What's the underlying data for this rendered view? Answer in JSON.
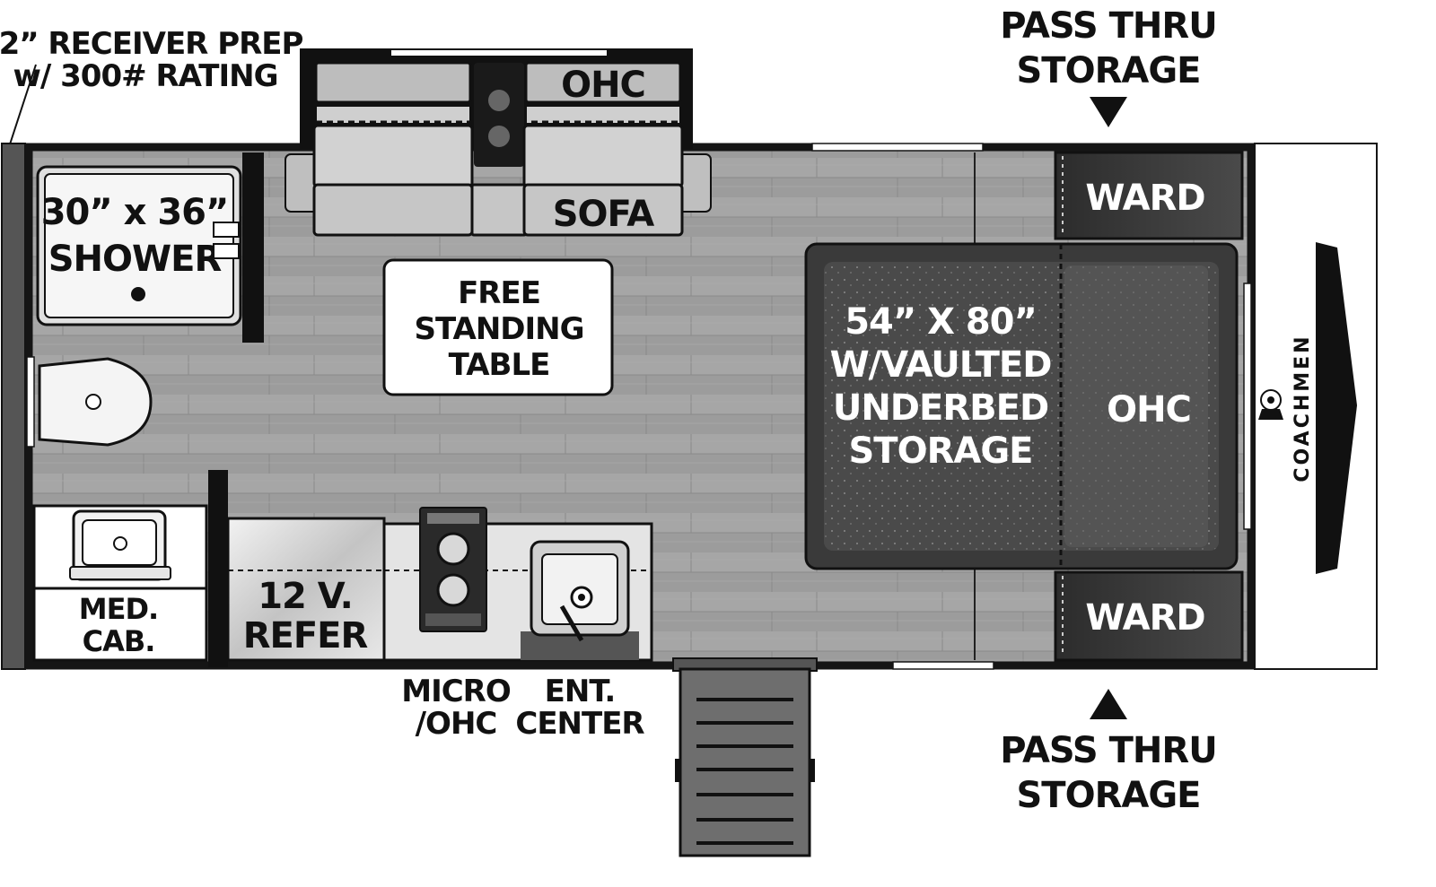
{
  "labels": {
    "hitch_line1": "2” RECEIVER PREP",
    "hitch_line2": "w/ 300# RATING",
    "storage_top_line1": "PASS THRU",
    "storage_top_line2": "STORAGE",
    "storage_bottom_line1": "PASS THRU",
    "storage_bottom_line2": "STORAGE",
    "shower_size": "30” x 36”",
    "shower": "SHOWER",
    "ohc_front": "OHC",
    "sofa": "SOFA",
    "table_line1": "FREE",
    "table_line2": "STANDING",
    "table_line3": "TABLE",
    "bed_line1": "54” X 80”",
    "bed_line2": "W/VAULTED",
    "bed_line3": "UNDERBED",
    "bed_line4": "STORAGE",
    "ohc_bed": "OHC",
    "ward_top": "WARD",
    "ward_bottom": "WARD",
    "medcab_line1": "MED.",
    "medcab_line2": "CAB.",
    "refer_line1": "12 V.",
    "refer_line2": "REFER",
    "micro_line1": "MICRO",
    "micro_line2": "/OHC",
    "ent_line1": "ENT.",
    "ent_line2": "CENTER",
    "brand": "COACHMEN"
  },
  "colors": {
    "floor": "#9a9a9a",
    "walls": "#151515",
    "cabinet_dark": "#3c3c3c",
    "bed": "#474747",
    "bed_inner": "#5a5a5a",
    "counter": "#e2e2e2",
    "white": "#ffffff"
  },
  "icons": [
    "storage-arrow-down-icon",
    "storage-arrow-up-icon",
    "drain-icon",
    "faucet-icon",
    "burner-icon",
    "coachmen-logo-icon"
  ]
}
